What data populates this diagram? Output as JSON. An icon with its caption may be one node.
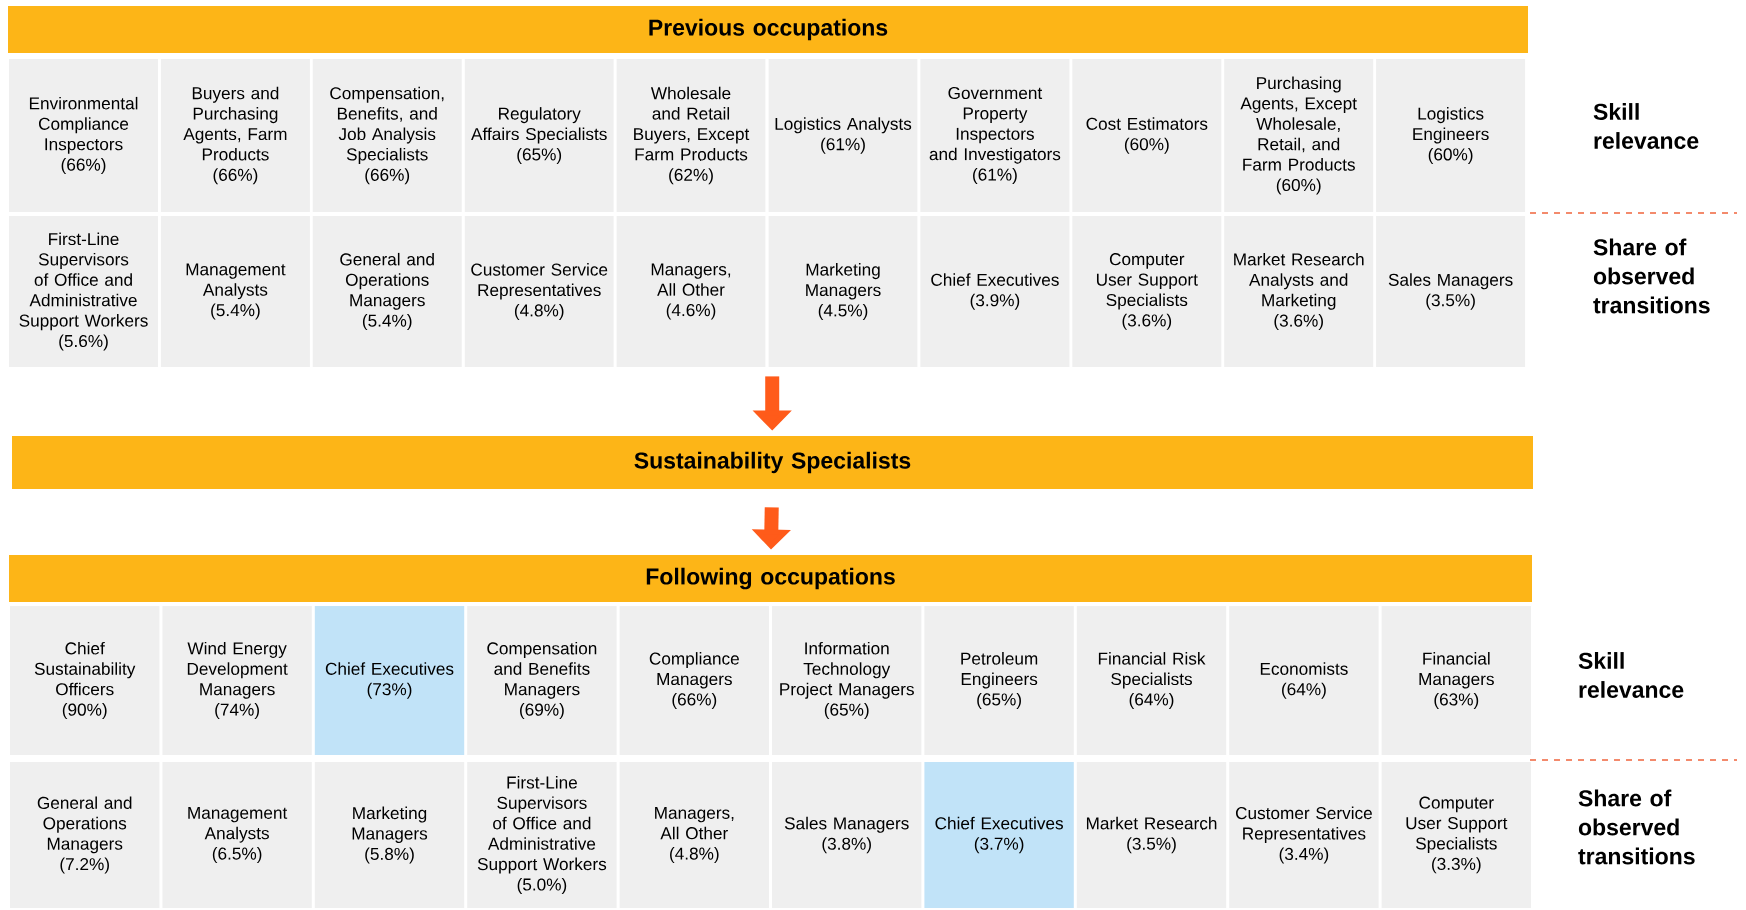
{
  "diagram": {
    "nodes": [
      {
        "text": [
          "Previous occupations"
        ]
      },
      {
        "text": [
          "Environmental Compliance Inspectors",
          "(66%)"
        ]
      },
      {
        "text": [
          "Buyers and Purchasing Agents, Farm Products",
          "(66%)"
        ]
      },
      {
        "text": [
          "Compensation, Benefits, and Job Analysis Specialists",
          "(66%)"
        ]
      },
      {
        "text": [
          "Regulatory Affairs Specialists",
          "(65%)"
        ]
      },
      {
        "text": [
          "Wholesale and Retail Buyers, Except Farm Products",
          "(62%)"
        ]
      },
      {
        "text": [
          "Logistics Analysts",
          "(61%)"
        ]
      },
      {
        "text": [
          "Government Property Inspectors and Investigators",
          "(61%)"
        ]
      },
      {
        "text": [
          "Cost Estimators",
          "(60%)"
        ]
      },
      {
        "text": [
          "Purchasing Agents, Except Wholesale, Retail, and Farm Products",
          "(60%)"
        ]
      },
      {
        "text": [
          "Logistics Engineers",
          "(60%)"
        ]
      },
      {
        "text": [
          "First-Line Supervisors of Office and Administrative Support Workers",
          "(5.6%)"
        ]
      },
      {
        "text": [
          "Management Analysts",
          "(5.4%)"
        ]
      },
      {
        "text": [
          "General and Operations Managers",
          "(5.4%)"
        ]
      },
      {
        "text": [
          "Customer Service Representatives",
          "(4.8%)"
        ]
      },
      {
        "text": [
          "Managers, All Other",
          "(4.6%)"
        ]
      },
      {
        "text": [
          "Marketing Managers",
          "(4.5%)"
        ]
      },
      {
        "text": [
          "Chief Executives",
          "(3.9%)"
        ]
      },
      {
        "text": [
          "Computer User Support Specialists",
          "(3.6%)"
        ]
      },
      {
        "text": [
          "Market Research Analysts and Marketing",
          "(3.6%)"
        ]
      },
      {
        "text": [
          "Sales Managers",
          "(3.5%)"
        ]
      },
      {
        "text": [
          "Sustainability  Specialists"
        ]
      },
      {
        "text": [
          "Following occupations"
        ]
      },
      {
        "text": [
          "Chief Sustainability Officers",
          "(90%)"
        ]
      },
      {
        "text": [
          "Wind Energy Development Managers",
          "(74%)"
        ]
      },
      {
        "text": [
          "Chief Executives",
          "(73%)"
        ]
      },
      {
        "text": [
          "Compensation and Benefits Managers",
          "(69%)"
        ]
      },
      {
        "text": [
          "Compliance Managers",
          "(66%)"
        ]
      },
      {
        "text": [
          "Information Technology Project Managers",
          "(65%)"
        ]
      },
      {
        "text": [
          "Petroleum Engineers",
          "(65%)"
        ]
      },
      {
        "text": [
          "Financial Risk Specialists",
          "(64%)"
        ]
      },
      {
        "text": [
          "Economists",
          "(64%)"
        ]
      },
      {
        "text": [
          "Financial Managers",
          "(63%)"
        ]
      },
      {
        "text": [
          "General and Operations Managers",
          "(7.2%)"
        ]
      },
      {
        "text": [
          "Management Analysts",
          "(6.5%)"
        ]
      },
      {
        "text": [
          "Marketing Managers",
          "(5.8%)"
        ]
      },
      {
        "text": [
          "First-Line Supervisors of Office and Administrative Support Workers",
          "(5.0%)"
        ]
      },
      {
        "text": [
          "Managers, All Other",
          "(4.8%)"
        ]
      },
      {
        "text": [
          "Sales Managers",
          "(3.8%)"
        ]
      },
      {
        "text": [
          "Chief Executives",
          "(3.7%)"
        ]
      },
      {
        "text": [
          "Market Research",
          "(3.5%)"
        ]
      },
      {
        "text": [
          "Customer Service Representatives",
          "(3.4%)"
        ]
      },
      {
        "text": [
          "Computer User Support Specialists",
          "(3.3%)"
        ]
      }
    ],
    "edges": [
      {
        "from": 16,
        "to": 21,
        "arrow": "to"
      },
      {
        "from": 21,
        "to": 22,
        "arrow": "to"
      }
    ],
    "labels": [
      "Skill relevance",
      "Share of observed transitions",
      "Skill relevance",
      "Share of observed transitions"
    ]
  }
}
